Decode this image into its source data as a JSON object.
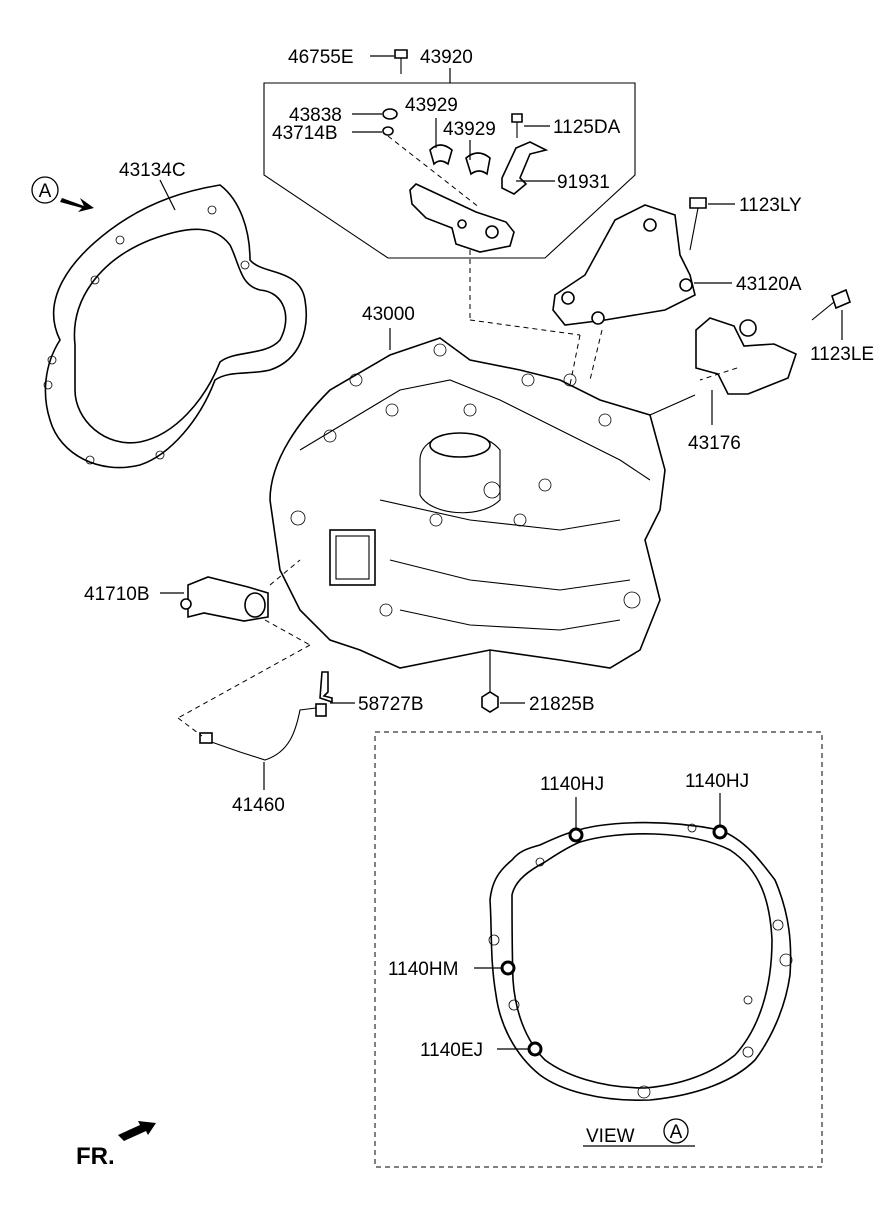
{
  "labels": {
    "p46755E": "46755E",
    "p43920": "43920",
    "p43838": "43838",
    "p43714B": "43714B",
    "p43929a": "43929",
    "p43929b": "43929",
    "p1125DA": "1125DA",
    "p91931": "91931",
    "p43134C": "43134C",
    "p1123LY": "1123LY",
    "p43120A": "43120A",
    "p43000": "43000",
    "p1123LE": "1123LE",
    "p43176": "43176",
    "p41710B": "41710B",
    "p58727B": "58727B",
    "p21825B": "21825B",
    "p41460": "41460",
    "p1140HJa": "1140HJ",
    "p1140HJb": "1140HJ",
    "p1140HM": "1140HM",
    "p1140EJ": "1140EJ"
  },
  "view_marker": "A",
  "view_label": "VIEW",
  "view_ref": "A",
  "front_label": "FR."
}
